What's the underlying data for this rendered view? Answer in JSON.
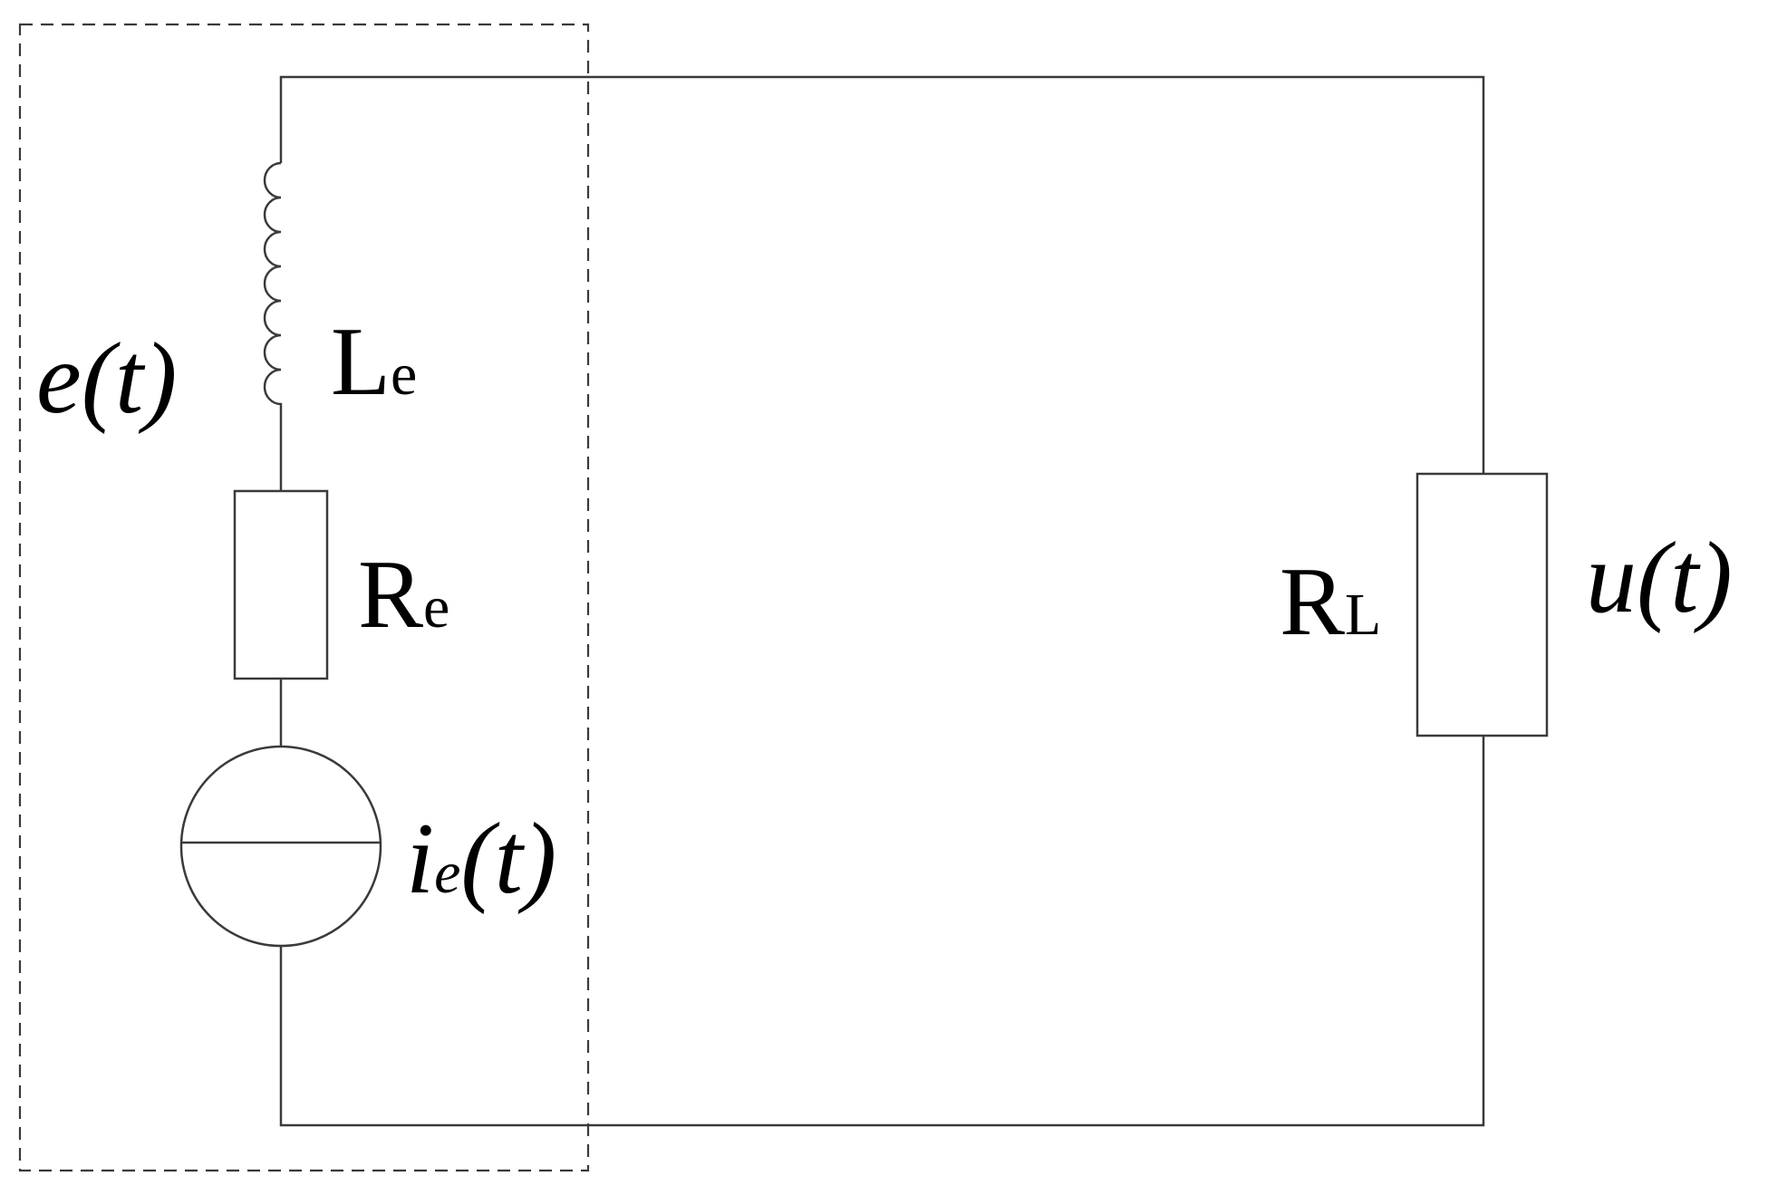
{
  "labels": {
    "source_block": "e(t)",
    "inductor_main": "L",
    "inductor_sub": "e",
    "resistor_main": "R",
    "resistor_sub": "e",
    "current_source_main": "i",
    "current_source_sub": "e",
    "current_source_tail": "(t)",
    "load_main": "R",
    "load_sub": "L",
    "output_voltage": "u(t)"
  },
  "colors": {
    "line": "#3a3a3a",
    "text": "#000000",
    "background": "#ffffff"
  }
}
